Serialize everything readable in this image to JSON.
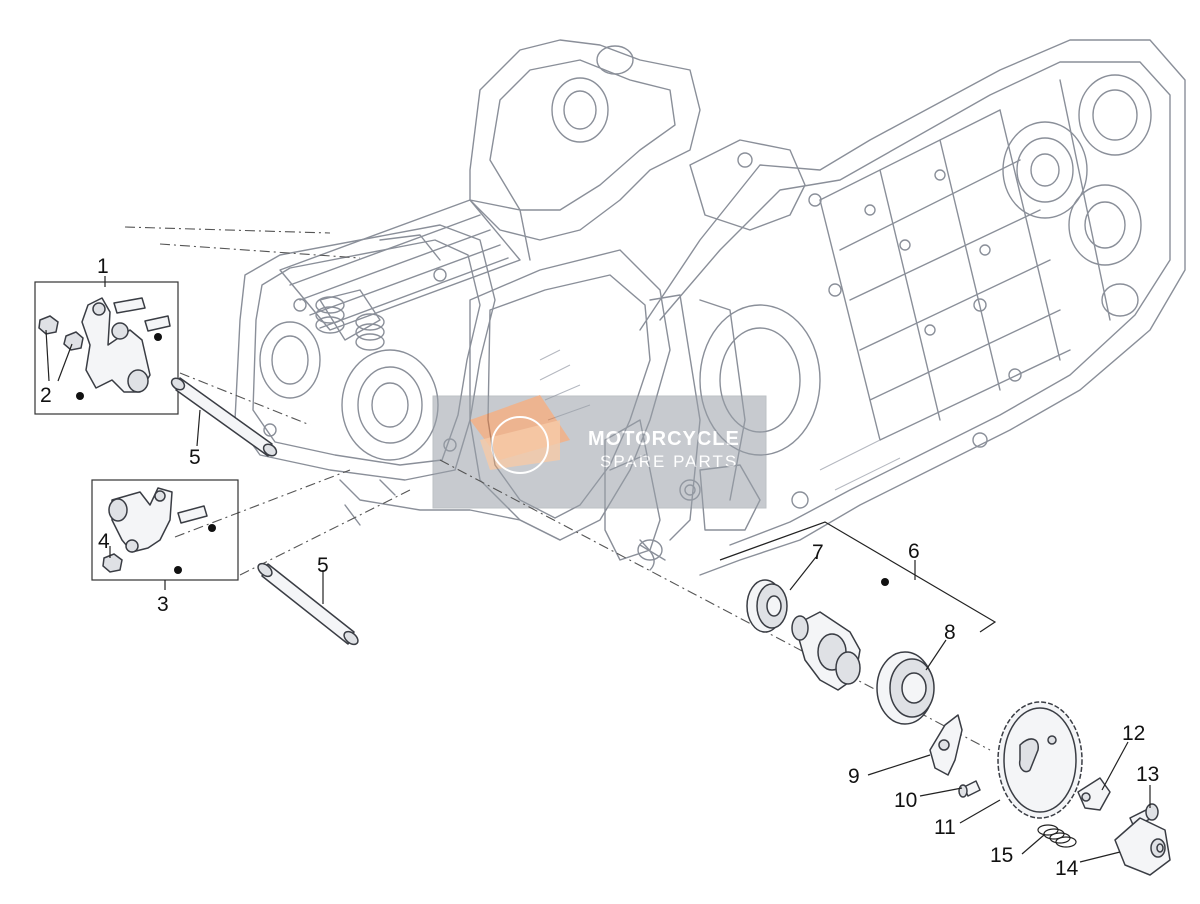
{
  "callouts": [
    {
      "id": "1",
      "label": "1"
    },
    {
      "id": "2",
      "label": "2"
    },
    {
      "id": "3",
      "label": "3"
    },
    {
      "id": "4",
      "label": "4"
    },
    {
      "id": "5a",
      "label": "5"
    },
    {
      "id": "5b",
      "label": "5"
    },
    {
      "id": "6",
      "label": "6"
    },
    {
      "id": "7",
      "label": "7"
    },
    {
      "id": "8",
      "label": "8"
    },
    {
      "id": "9",
      "label": "9"
    },
    {
      "id": "10",
      "label": "10"
    },
    {
      "id": "11",
      "label": "11"
    },
    {
      "id": "12",
      "label": "12"
    },
    {
      "id": "13",
      "label": "13"
    },
    {
      "id": "14",
      "label": "14"
    },
    {
      "id": "15",
      "label": "15"
    }
  ],
  "watermark": {
    "line1": "MOTORCYCLE",
    "line2": "SPARE PARTS"
  },
  "colors": {
    "engine_line": "#8a8f99",
    "part_line": "#3a3d44",
    "watermark_accent": "#e8722a",
    "watermark_box": "#9aa0a8"
  }
}
